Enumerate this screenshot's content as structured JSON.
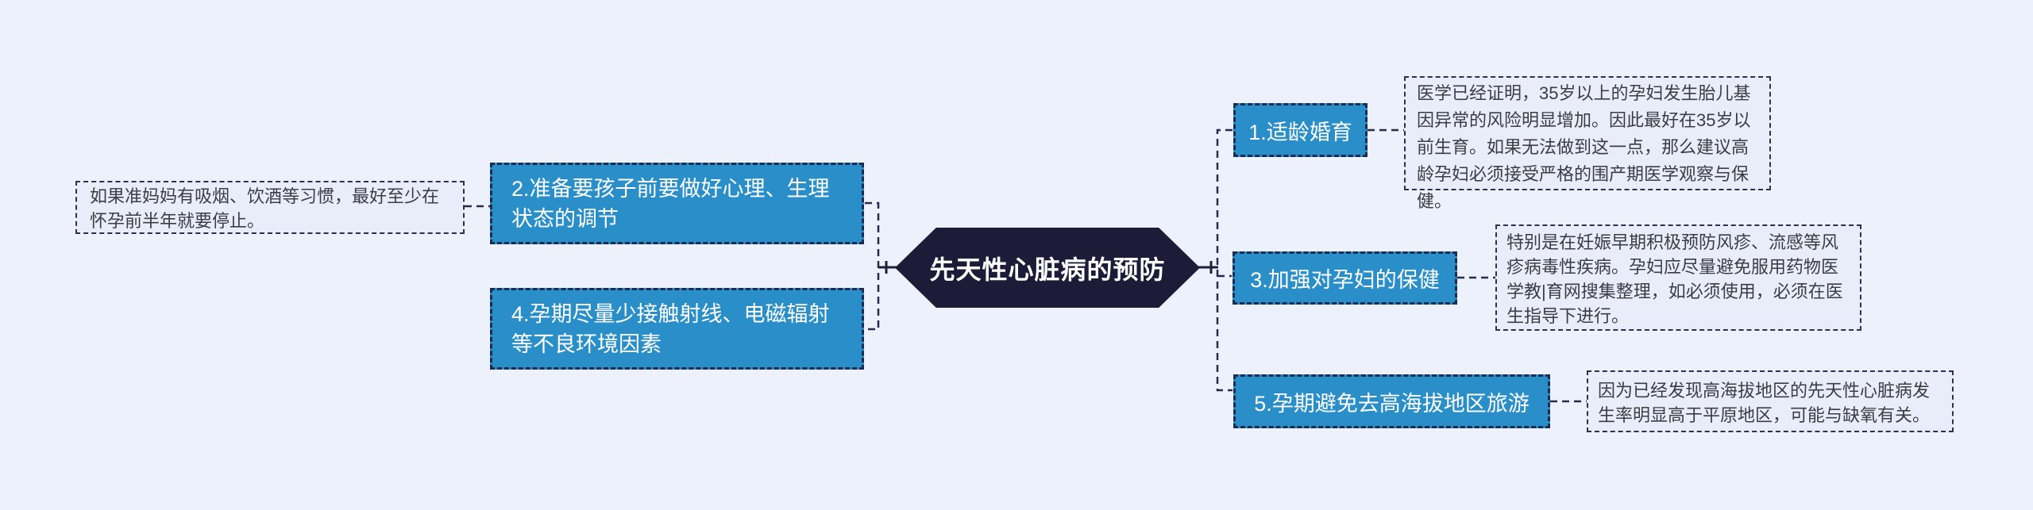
{
  "center": {
    "label": "先天性心脏病的预防"
  },
  "left_branch": {
    "note": "如果准妈妈有吸烟、饮酒等习惯，最好至少在怀孕前半年就要停止。",
    "items": [
      {
        "label": "2.准备要孩子前要做好心理、生理状态的调节"
      },
      {
        "label": "4.孕期尽量少接触射线、电磁辐射等不良环境因素"
      }
    ]
  },
  "right_branch": {
    "items": [
      {
        "label": "1.适龄婚育",
        "note": "医学已经证明，35岁以上的孕妇发生胎儿基因异常的风险明显增加。因此最好在35岁以前生育。如果无法做到这一点，那么建议高龄孕妇必须接受严格的围产期医学观察与保健。"
      },
      {
        "label": "3.加强对孕妇的保健",
        "note": "特别是在妊娠早期积极预防风疹、流感等风疹病毒性疾病。孕妇应尽量避免服用药物医学教|育网搜集整理，如必须使用，必须在医生指导下进行。"
      },
      {
        "label": "5.孕期避免去高海拔地区旅游",
        "note": "因为已经发现高海拔地区的先天性心脏病发生率明显高于平原地区，可能与缺氧有关。"
      }
    ]
  },
  "colors": {
    "page_background": "#edf1fb",
    "topic_blue": "#2a8fc8",
    "center_navy": "#1d1c38",
    "connector_navy": "#262c4e",
    "note_background": "#e9edf9",
    "note_text": "#3b3d44"
  }
}
